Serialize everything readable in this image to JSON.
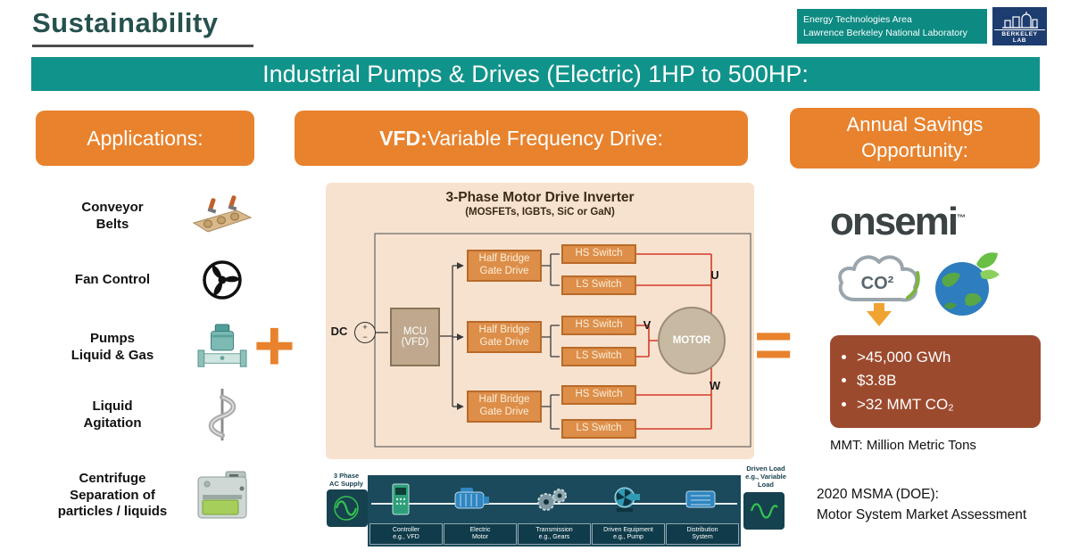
{
  "colors": {
    "teal_banner": "#10938a",
    "teal_badge": "#0d8a82",
    "accent_orange": "#e8822d",
    "diagram_peach": "#f7e2cf",
    "diagram_box_orange": "#dd8e49",
    "savings_brown": "#9c4a2e",
    "chain_panel_dark": "#1a4a5c",
    "berkeley_navy": "#1d3c6f"
  },
  "header": {
    "title": "Sustainability",
    "org_line1": "Energy Technologies Area",
    "org_line2": "Lawrence Berkeley National Laboratory",
    "lab_logo_text": "BERKELEY LAB",
    "banner": "Industrial Pumps & Drives (Electric) 1HP to 500HP:"
  },
  "applications": {
    "header": "Applications:",
    "items": [
      {
        "label": "Conveyor\nBelts",
        "icon": "conveyor-belt-icon"
      },
      {
        "label": "Fan Control",
        "icon": "fan-icon"
      },
      {
        "label": "Pumps\nLiquid & Gas",
        "icon": "pump-icon"
      },
      {
        "label": "Liquid\nAgitation",
        "icon": "agitator-icon"
      },
      {
        "label": "Centrifuge\nSeparation of\nparticles / liquids",
        "icon": "centrifuge-icon"
      }
    ]
  },
  "operators": {
    "plus": "+",
    "equals": "="
  },
  "vfd": {
    "header_bold": "VFD:",
    "header_rest": " Variable Frequency Drive:",
    "inverter": {
      "title": "3-Phase Motor Drive Inverter",
      "subtitle": "(MOSFETs, IGBTs, SiC or GaN)",
      "dc_label": "DC",
      "dc_plus": "+",
      "dc_minus": "−",
      "mcu_label": "MCU\n(VFD)",
      "gate_drive_label": "Half Bridge\nGate Drive",
      "hs_switch_label": "HS Switch",
      "ls_switch_label": "LS Switch",
      "motor_label": "MOTOR",
      "phase_u": "U",
      "phase_v": "V",
      "phase_w": "W"
    },
    "chain": {
      "supply_label": "3 Phase\nAC Supply",
      "load_label": "Driven Load\ne.g., Variable\nLoad",
      "stages": [
        "Controller\ne.g., VFD",
        "Electric\nMotor",
        "Transmission\ne.g., Gears",
        "Driven Equipment\ne.g., Pump",
        "Distribution\nSystem"
      ]
    }
  },
  "savings": {
    "header": "Annual Savings\nOpportunity:",
    "brand": "onsemi",
    "brand_tm": "™",
    "cloud_label": "CO²",
    "bullets": [
      ">45,000 GWh",
      "$3.8B",
      ">32 MMT CO₂"
    ],
    "footnote": "MMT: Million Metric Tons",
    "source_line1": "2020 MSMA (DOE):",
    "source_line2": "Motor System Market Assessment"
  }
}
